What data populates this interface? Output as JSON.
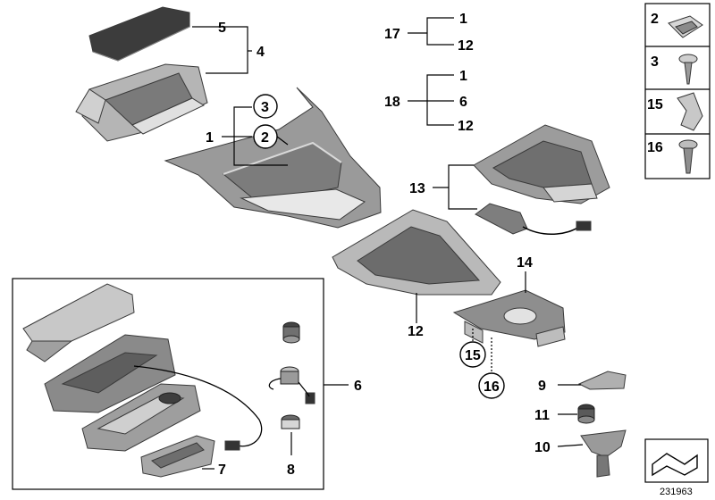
{
  "diagram": {
    "labels": {
      "l1": "1",
      "l2": "2",
      "l3": "3",
      "l4": "4",
      "l5": "5",
      "l6": "6",
      "l7": "7",
      "l8": "8",
      "l9": "9",
      "l10": "10",
      "l11": "11",
      "l12": "12",
      "l12b": "12",
      "l12c": "12",
      "l13": "13",
      "l14": "14",
      "l15": "15",
      "l16": "16",
      "l17": "17",
      "l18": "18",
      "l17_1": "1",
      "l18_1": "1",
      "l18_6": "6"
    },
    "legend_labels": [
      "2",
      "3",
      "15",
      "16"
    ],
    "reference_number": "231963"
  },
  "colors": {
    "part_light": "#d4d4d4",
    "part_mid": "#a8a8a8",
    "part_dark": "#6e6e6e",
    "mat": "#3c3c3c"
  }
}
